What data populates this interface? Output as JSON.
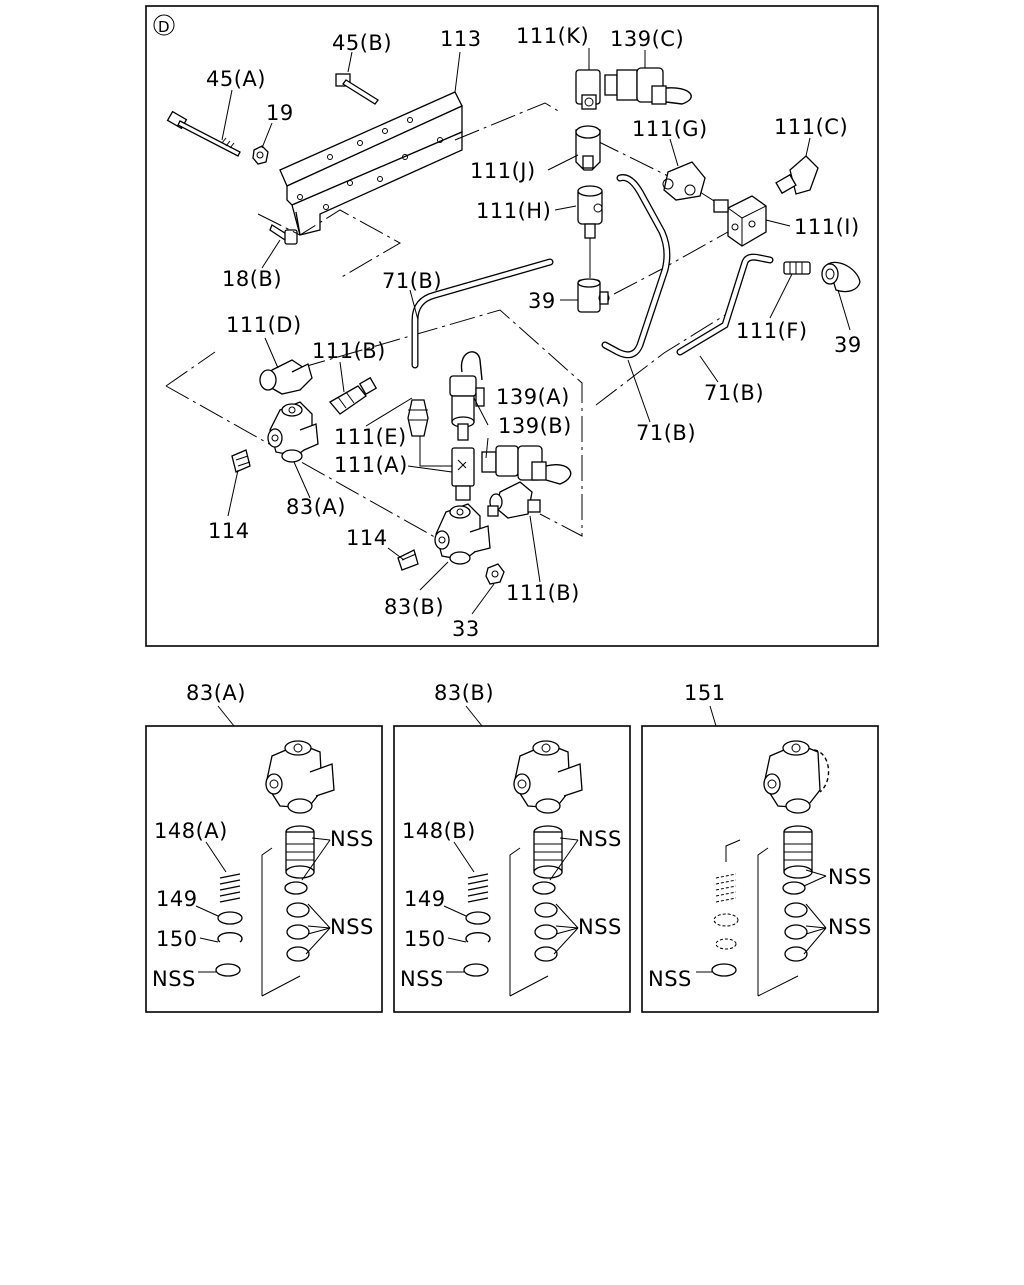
{
  "diagram": {
    "view_marker": "D",
    "main_labels": [
      "45(B)",
      "113",
      "111(K)",
      "139(C)",
      "45(A)",
      "19",
      "111(G)",
      "111(C)",
      "111(J)",
      "111(H)",
      "111(I)",
      "18(B)",
      "71(B)",
      "39",
      "39",
      "111(F)",
      "111(D)",
      "111(B)",
      "139(A)",
      "71(B)",
      "71(B)",
      "111(E)",
      "139(B)",
      "111(A)",
      "83(A)",
      "114",
      "114",
      "111(B)",
      "83(B)",
      "33"
    ],
    "detail_panels": [
      {
        "title": "83(A)",
        "labels": [
          "148(A)",
          "149",
          "150",
          "NSS",
          "NSS",
          "NSS"
        ]
      },
      {
        "title": "83(B)",
        "labels": [
          "148(B)",
          "149",
          "150",
          "NSS",
          "NSS",
          "NSS"
        ]
      },
      {
        "title": "151",
        "labels": [
          "NSS",
          "NSS",
          "NSS"
        ]
      }
    ]
  }
}
